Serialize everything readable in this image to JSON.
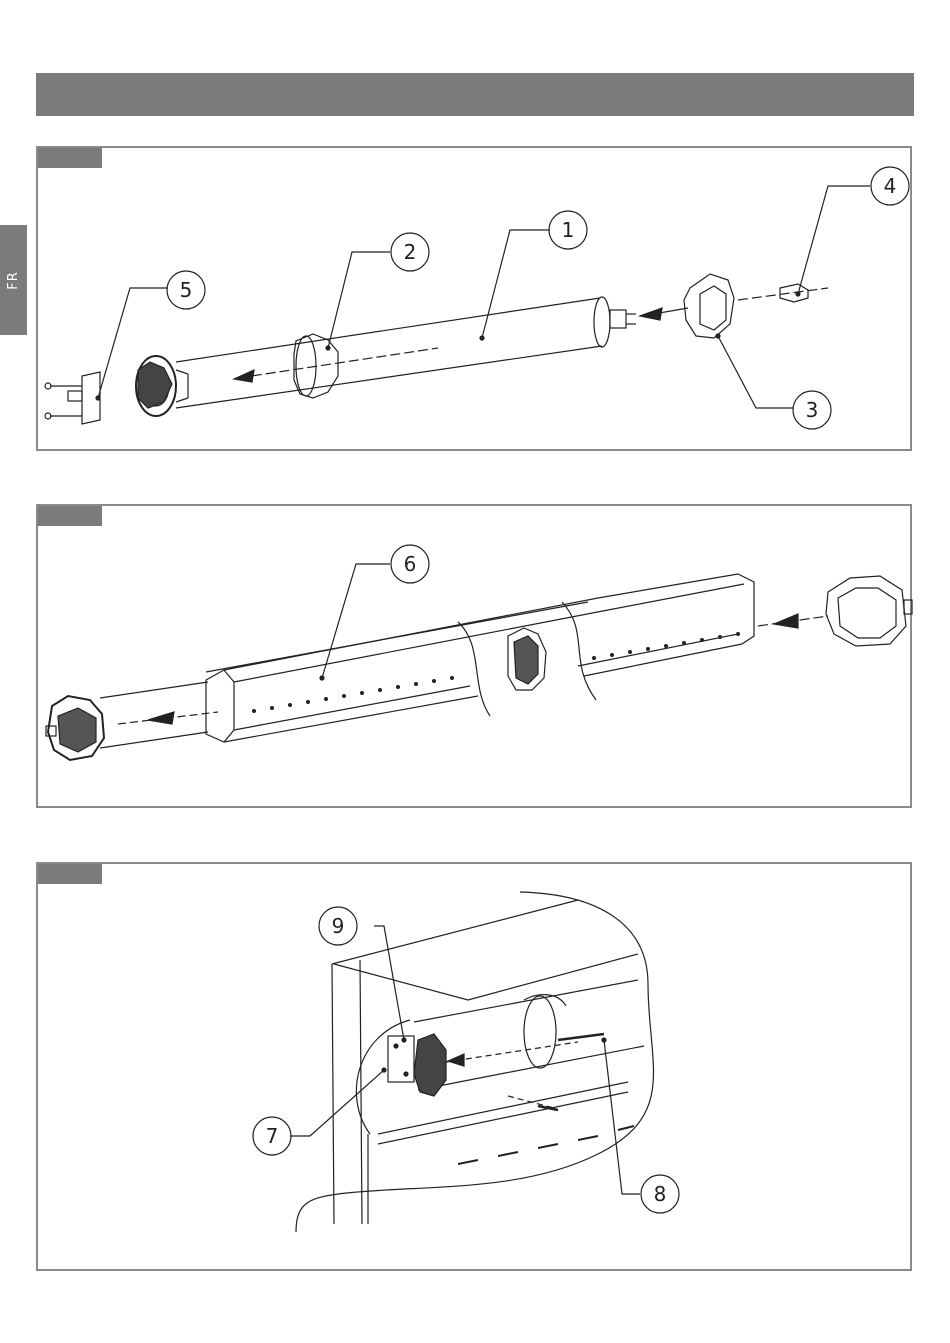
{
  "side_tab": {
    "label": "FR"
  },
  "colors": {
    "band": "#7b7b7b",
    "line": "#222222",
    "panel_border": "#8a8a8a"
  },
  "panels": [
    {
      "callouts": [
        {
          "label": "1"
        },
        {
          "label": "2"
        },
        {
          "label": "3"
        },
        {
          "label": "4"
        },
        {
          "label": "5"
        }
      ]
    },
    {
      "callouts": [
        {
          "label": "6"
        }
      ]
    },
    {
      "callouts": [
        {
          "label": "7"
        },
        {
          "label": "8"
        },
        {
          "label": "9"
        }
      ]
    }
  ]
}
